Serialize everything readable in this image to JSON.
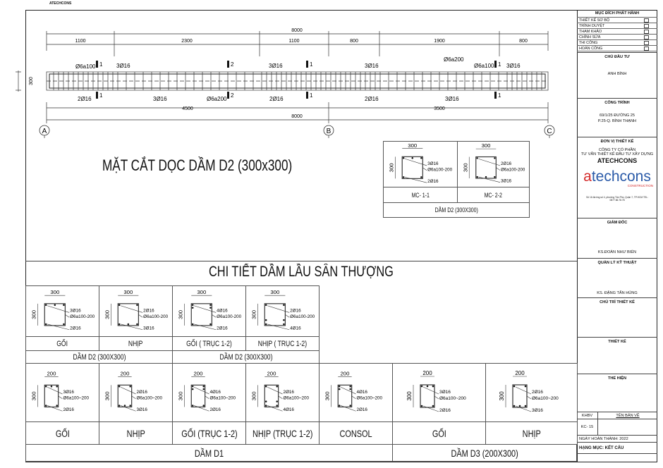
{
  "header_tag": "ATECHCONS",
  "elevation": {
    "title": "MẶT CẮT DỌC DẦM D2 (300x300)",
    "dims_top_total": "8000",
    "dims_top": [
      "1100",
      "2300",
      "1100",
      "800",
      "1900",
      "800"
    ],
    "dims_bottom": [
      "4500",
      "3500"
    ],
    "dims_bottom_total": "8000",
    "height": "300",
    "axes": [
      "A",
      "B",
      "C"
    ],
    "labels": {
      "s1": "Ø6a100",
      "t1": "3Ø16",
      "b1": "2Ø16",
      "b2": "3Ø16",
      "s2": "Ø6a200",
      "t2": "3Ø16",
      "b3": "2Ø16",
      "t3": "3Ø16",
      "b4": "2Ø16",
      "s3": "Ø6a200",
      "b5": "3Ø16",
      "s4": "Ø6a100",
      "t4": "3Ø16"
    },
    "section_marks": [
      "1",
      "2"
    ]
  },
  "mc_table": {
    "sections": [
      {
        "width": "300",
        "height": "300",
        "top": "3Ø16",
        "stirrup": "Ø6a100-200",
        "bottom": "2Ø16",
        "name": "MC- 1-1",
        "top_n": 3,
        "top_extra": 0,
        "bot_n": 2,
        "bot_extra": 0
      },
      {
        "width": "300",
        "height": "300",
        "top": "2Ø16",
        "stirrup": "Ø6a100-200",
        "bottom": "3Ø16",
        "name": "MC- 2-2",
        "top_n": 2,
        "top_extra": 0,
        "bot_n": 3,
        "bot_extra": 0
      }
    ],
    "group": "DẦM D2 (300X300)"
  },
  "detail_title": "CHI TIẾT DẦM LẦU SÂN THƯỢNG",
  "row1": {
    "sections": [
      {
        "width": "300",
        "height": "300",
        "top": "3Ø16",
        "stirrup": "Ø6a100-200",
        "bottom": "2Ø16",
        "name": "GỐI",
        "top_n": 3,
        "top_extra": 0,
        "bot_n": 2,
        "bot_extra": 0
      },
      {
        "width": "300",
        "height": "300",
        "top": "2Ø16",
        "stirrup": "Ø6a100-200",
        "bottom": "3Ø16",
        "name": "NHỊP",
        "top_n": 2,
        "top_extra": 0,
        "bot_n": 3,
        "bot_extra": 0
      },
      {
        "width": "300",
        "height": "300",
        "top": "4Ø16",
        "stirrup": "Ø6a100-200",
        "bottom": "2Ø16",
        "name": "GỐI ( TRỤC 1-2)",
        "top_n": 2,
        "top_extra": 2,
        "bot_n": 2,
        "bot_extra": 0
      },
      {
        "width": "300",
        "height": "300",
        "top": "2Ø16",
        "stirrup": "Ø6a100-200",
        "bottom": "4Ø16",
        "name": "NHỊP ( TRỤC 1-2)",
        "top_n": 2,
        "top_extra": 0,
        "bot_n": 2,
        "bot_extra": 2
      }
    ],
    "groups": [
      "DẦM D2 (300X300)",
      "DẦM D2 (300X300)"
    ]
  },
  "row2": {
    "sections": [
      {
        "width": "200",
        "height": "300",
        "top": "3Ø16",
        "stirrup": "Ø6a100~200",
        "bottom": "2Ø16",
        "name": "GỐI",
        "top_n": 3,
        "top_extra": 0,
        "bot_n": 2,
        "bot_extra": 0
      },
      {
        "width": "200",
        "height": "300",
        "top": "2Ø16",
        "stirrup": "Ø6a100~200",
        "bottom": "3Ø16",
        "name": "NHỊP",
        "top_n": 2,
        "top_extra": 0,
        "bot_n": 3,
        "bot_extra": 0
      },
      {
        "width": "200",
        "height": "300",
        "top": "4Ø16",
        "stirrup": "Ø6a100~200",
        "bottom": "2Ø16",
        "name": "GỐI (TRỤC 1-2)",
        "top_n": 2,
        "top_extra": 2,
        "bot_n": 2,
        "bot_extra": 0
      },
      {
        "width": "200",
        "height": "300",
        "top": "2Ø16",
        "stirrup": "Ø6a100~200",
        "bottom": "4Ø16",
        "name": "NHỊP (TRỤC 1-2)",
        "top_n": 2,
        "top_extra": 0,
        "bot_n": 2,
        "bot_extra": 2
      },
      {
        "width": "200",
        "height": "300",
        "top": "4Ø16",
        "stirrup": "Ø6a100~200",
        "bottom": "2Ø16",
        "name": "CONSOL",
        "top_n": 2,
        "top_extra": 2,
        "bot_n": 2,
        "bot_extra": 0
      },
      {
        "width": "200",
        "height": "300",
        "top": "3Ø16",
        "stirrup": "Ø6a100~200",
        "bottom": "2Ø16",
        "name": "GỐI",
        "top_n": 3,
        "top_extra": 0,
        "bot_n": 2,
        "bot_extra": 0
      },
      {
        "width": "200",
        "height": "300",
        "top": "2Ø16",
        "stirrup": "Ø6a100~200",
        "bottom": "3Ø16",
        "name": "NHỊP",
        "top_n": 2,
        "top_extra": 0,
        "bot_n": 3,
        "bot_extra": 0
      }
    ],
    "groups": [
      "DẦM D1",
      "DẦM D3 (200X300)"
    ]
  },
  "title_block": {
    "purpose_title": "MỤC ĐÍCH PHÁT HÀNH",
    "purposes": [
      "THIẾT KẾ SƠ BỘ",
      "TRÌNH DUYỆT",
      "THAM KHẢO",
      "CHỈNH SỬA",
      "THI CÔNG",
      "HOÀN CÔNG"
    ],
    "owner_title": "CHỦ ĐẦU TƯ",
    "owner": "ANH BÌNH",
    "project_title": "CÔNG TRÌNH",
    "project_line1": "69/1/25 ĐƯỜNG 25",
    "project_line2": "P.25-Q. BÌNH THẠNH",
    "designer_title": "ĐƠN VỊ THIẾT KẾ",
    "designer_line1": "CÔNG TY CỔ PHẦN",
    "designer_line2": "TƯ VẤN THIẾT KẾ ĐẦU TƯ XÂY DỰNG",
    "designer_name": "ATECHCONS",
    "logo_text": "atechcons",
    "logo_sub": "CONSTRUCTION",
    "address": "Số 16 đường số 4, phường Tân Phú, Quận 7, TP.HCM  TEL: 0877.66.78.78",
    "director_title": "GIÁM ĐỐC",
    "director": "KS.ĐOÀN NHƯ BIỂN",
    "tech_title": "QUẢN LÝ KỸ THUẬT",
    "tech": "KS. ĐẶNG TẤN HÙNG",
    "lead_title": "CHỦ TRÌ THIẾT KẾ",
    "design_title": "THIẾT KẾ",
    "drawn_title": "THỂ HIỆN",
    "khbv_label": "KHBV",
    "drawing_name_label": "TÊN BẢN VẼ",
    "khbv": "KC- 15",
    "date": "NGÀY HOÀN THÀNH: 2022",
    "category": "HẠNG MỤC: KẾT CẤU"
  },
  "colors": {
    "logo_red": "#d42a2a",
    "logo_blue": "#2a5aa8"
  }
}
